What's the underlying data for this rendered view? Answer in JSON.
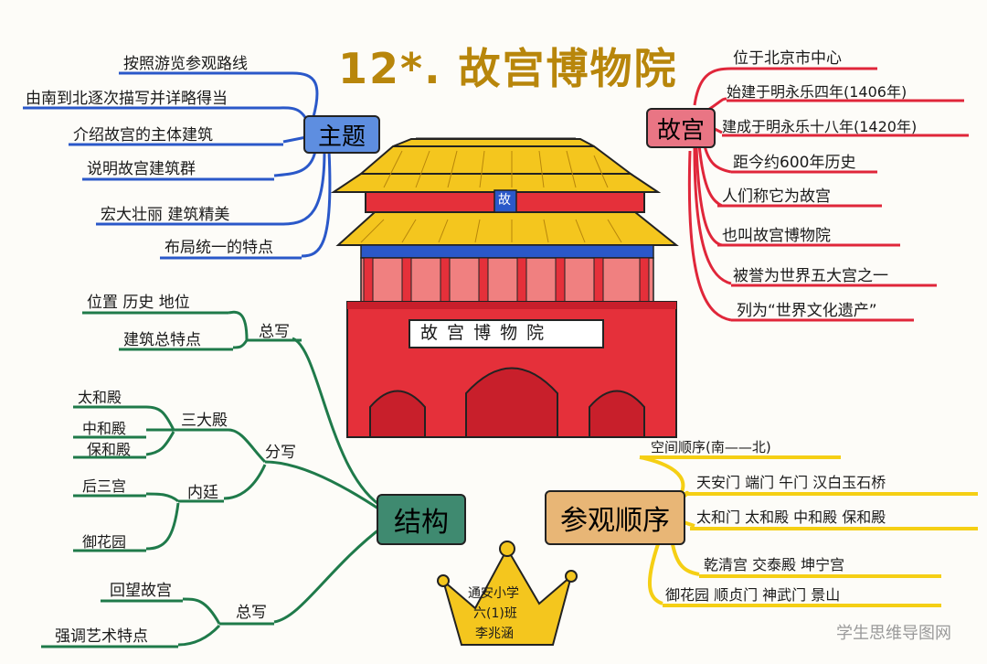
{
  "title": "12*. 故宫博物院",
  "watermark": "学生思维导图网",
  "colors": {
    "blue": "#2a58c9",
    "red": "#e0263a",
    "green": "#1f7a4a",
    "yellow": "#f5cf14",
    "palace_red": "#e5303a",
    "roof_yellow": "#f4c61e"
  },
  "palace": {
    "plaque": "故 宫 博 物 院",
    "roof_badge": "故"
  },
  "nodes": {
    "zhuti": {
      "label": "主题",
      "items": [
        "按照游览参观路线",
        "由南到北逐次描写并详略得当",
        "介绍故宫的主体建筑",
        "说明故宫建筑群",
        "宏大壮丽  建筑精美",
        "布局统一的特点"
      ]
    },
    "gugong": {
      "label": "故宫",
      "items": [
        "位于北京市中心",
        "始建于明永乐四年(1406年)",
        "建成于明永乐十八年(1420年)",
        "距今约600年历史",
        "人们称它为故宫",
        "也叫故宫博物院",
        "被誉为世界五大宫之一",
        "列为“世界文化遗产”"
      ]
    },
    "jiegou": {
      "label": "结构",
      "zongxie1": {
        "label": "总写",
        "items": [
          "位置  历史  地位",
          "建筑总特点"
        ]
      },
      "fenxie": {
        "label": "分写",
        "sandadian": {
          "label": "三大殿",
          "items": [
            "太和殿",
            "中和殿",
            "保和殿"
          ]
        },
        "neiting": {
          "label": "内廷",
          "items": [
            "后三宫",
            "御花园"
          ]
        }
      },
      "zongxie2": {
        "label": "总写",
        "items": [
          "回望故宫",
          "强调艺术特点"
        ]
      }
    },
    "canguan": {
      "label": "参观顺序",
      "items": [
        "空间顺序(南——北)",
        "天安门  端门  午门  汉白玉石桥",
        "太和门  太和殿  中和殿  保和殿",
        "乾清宫  交泰殿  坤宁宫",
        "御花园  顺贞门  神武门  景山"
      ]
    }
  },
  "crown": {
    "lines": [
      "通安小学",
      "六(1)班",
      "李兆涵"
    ]
  }
}
